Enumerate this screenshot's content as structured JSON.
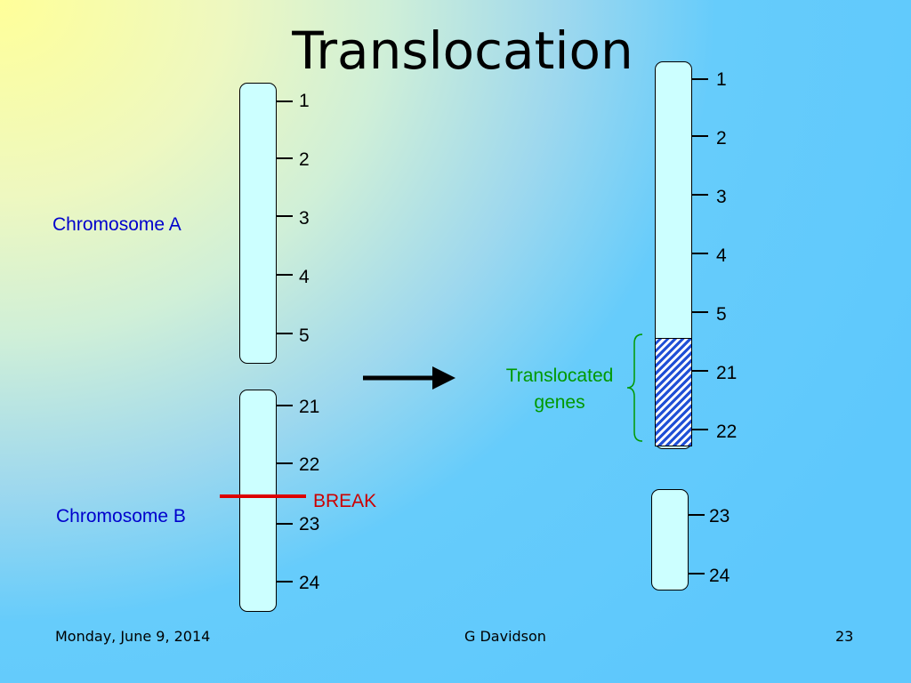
{
  "title": "Translocation",
  "chromosome_a": {
    "label": "Chromosome A",
    "bands": [
      "1",
      "2",
      "3",
      "4",
      "5"
    ]
  },
  "chromosome_b": {
    "label": "Chromosome B",
    "bands": [
      "21",
      "22",
      "23",
      "24"
    ],
    "break_label": "BREAK"
  },
  "result_long": {
    "bands": [
      "1",
      "2",
      "3",
      "4",
      "5",
      "21",
      "22"
    ]
  },
  "result_short": {
    "bands": [
      "23",
      "24"
    ]
  },
  "translocated": {
    "line1": "Translocated",
    "line2": "genes"
  },
  "footer": {
    "date": "Monday, June 9, 2014",
    "author": "G Davidson",
    "page": "23"
  },
  "colors": {
    "chromosome_fill": "#ccffff",
    "label_blue": "#0000cc",
    "break_red": "#dd0000",
    "bracket_green": "#009900",
    "hatch_blue": "#1f4fd6"
  }
}
